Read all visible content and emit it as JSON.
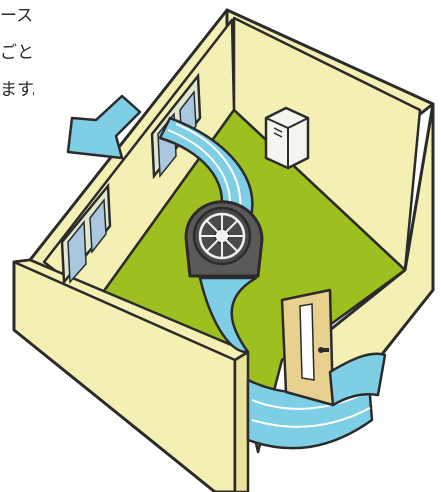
{
  "caption": {
    "line1": "ースを",
    "line2": "ごとも",
    "line3": "ます。"
  },
  "colors": {
    "wall": "#f4f0b3",
    "floor": "#9dbf1f",
    "outline": "#2b2b2b",
    "airflow": "#7ecfe6",
    "door": "#e8d08e",
    "fan": "#5a5a58",
    "window_glass": "#a9c8e0"
  },
  "icons": {
    "exhaust_arrow": "airflow-arrow-icon",
    "fan": "circulator-fan-icon",
    "purifier": "air-purifier-icon",
    "door_handle": "door-handle-icon"
  }
}
